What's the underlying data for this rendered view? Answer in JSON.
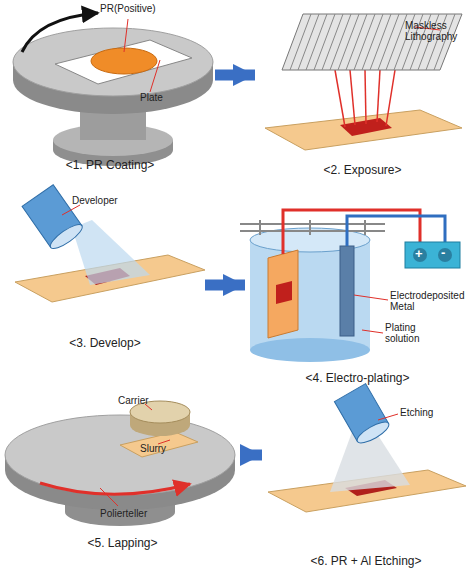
{
  "diagram": {
    "nodes": [
      {
        "text": [
          "<1. PR Coating>"
        ]
      },
      {
        "text": [
          "<2. Exposure>"
        ]
      },
      {
        "text": [
          "<3. Develop>"
        ]
      },
      {
        "text": [
          "<4. Electro-plating>"
        ]
      },
      {
        "text": [
          "<5. Lapping>"
        ]
      },
      {
        "text": [
          "<6. PR + Al Etching>"
        ]
      }
    ],
    "edges": [
      {
        "from": 0,
        "to": 1,
        "arrow": "to"
      },
      {
        "from": 2,
        "to": 3,
        "arrow": "to"
      },
      {
        "from": 4,
        "to": 5,
        "arrow": "to"
      }
    ],
    "labels": [
      "PR(Positive)",
      "Plate",
      "Maskless Lithography",
      "Developer",
      "Electrodeposited Metal",
      "Plating solution",
      "+",
      "-",
      "Carrier",
      "Slurry",
      "Polierteller",
      "Etching"
    ]
  }
}
